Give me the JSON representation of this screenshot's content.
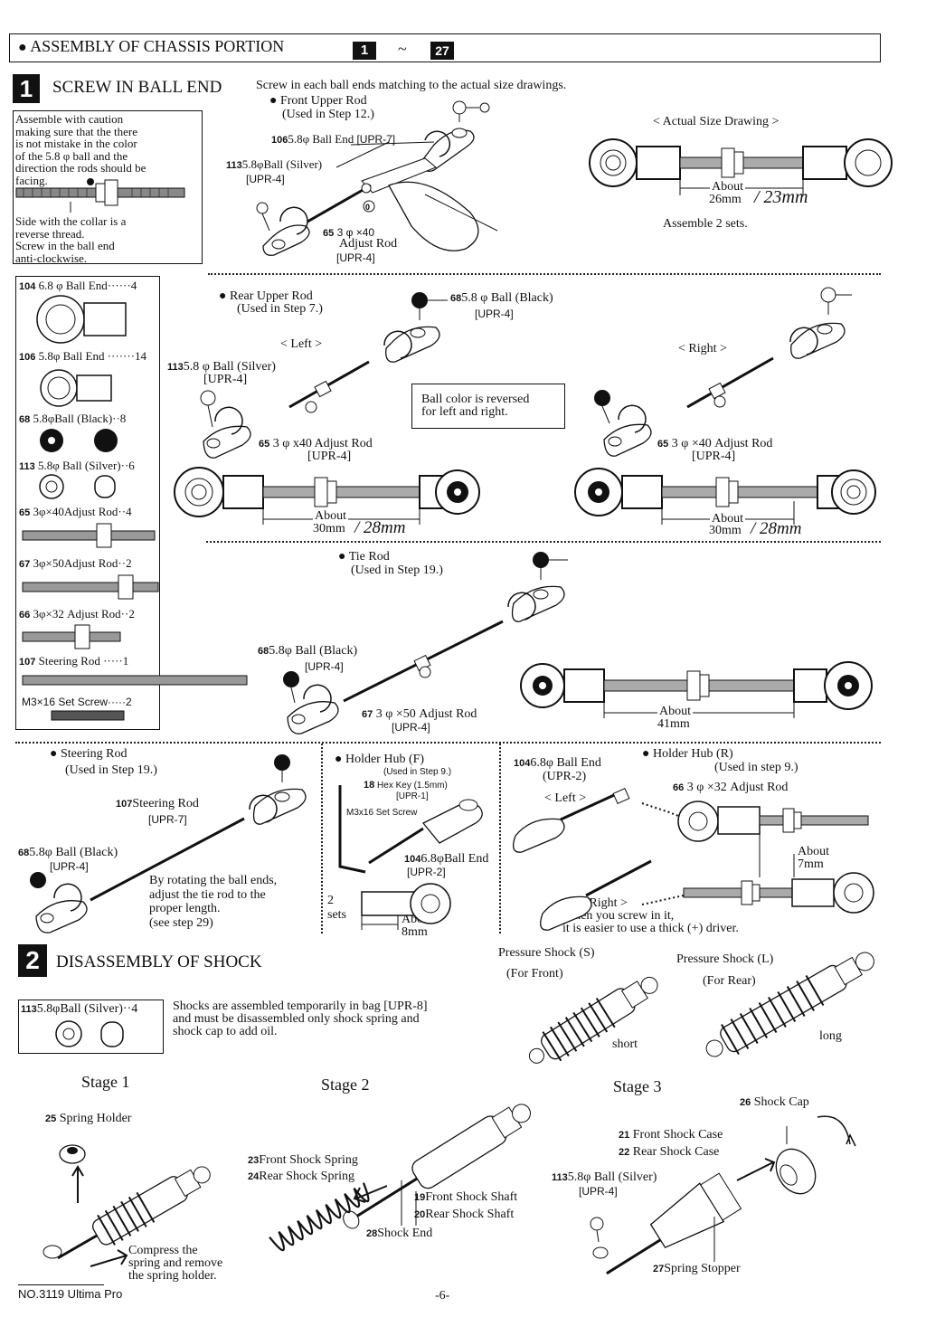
{
  "header": {
    "title": "ASSEMBLY OF CHASSIS PORTION",
    "from_step": "1",
    "to_step": "27"
  },
  "section1": {
    "number": "1",
    "title": "SCREW IN BALL END",
    "intro": "Screw in each ball ends matching to the actual size drawings.",
    "caution": [
      "Assemble with caution",
      "making sure that the there",
      "is not mistake in the color",
      "of the 5.8 φ ball and the",
      "direction the rods should be",
      "facing."
    ],
    "collar_note": [
      "Side with the collar is a",
      "reverse thread.",
      "Screw in the ball end",
      "anti-clockwise."
    ],
    "parts": [
      {
        "num": "104",
        "label": "6.8 φ Ball End······4"
      },
      {
        "num": "106",
        "label": "5.8φ Ball End ·······14"
      },
      {
        "num": "68",
        "label": "5.8φBall  (Black)··8"
      },
      {
        "num": "113",
        "label": "5.8φ Ball  (Silver)··6"
      },
      {
        "num": "65",
        "label": "3φ×40Adjust Rod··4"
      },
      {
        "num": "67",
        "label": "3φ×50Adjust Rod··2"
      },
      {
        "num": "66",
        "label": "3φ×32 Adjust Rod··2"
      },
      {
        "num": "107",
        "label": "Steering Rod ·····1"
      },
      {
        "num": "",
        "label": "M3×16 Set Screw·····2"
      }
    ],
    "front_upper": {
      "title": "Front Upper Rod",
      "used": "(Used in Step 12.)",
      "ball_end": "5.8φ Ball End",
      "ball_end_bag": "[UPR-7]",
      "ball_silver": "5.8φBall (Silver)",
      "ball_silver_bag": "[UPR-4]",
      "rod": "3 φ ×40",
      "rod2": "Adjust Rod",
      "rod_bag": "[UPR-4]",
      "actual": "< Actual Size Drawing >",
      "about": "About",
      "dim": "26mm",
      "hand": "/ 23mm",
      "sets": "Assemble 2 sets."
    },
    "rear_upper": {
      "title": "Rear Upper Rod",
      "used": "(Used in Step 7.)",
      "ball_black": "5.8 φ Ball  (Black)",
      "ball_black_bag": "[UPR-4]",
      "left": "< Left >",
      "right": "< Right >",
      "ball_silver": "5.8 φ Ball  (Silver)",
      "ball_silver_bag": "[UPR-4]",
      "rod": "3 φ x40 Adjust Rod",
      "rod_bag": "[UPR-4]",
      "rod_r": "3 φ ×40 Adjust Rod",
      "rod_bag_r": "[UPR-4]",
      "note": [
        "Ball color is reversed",
        "for left and right."
      ],
      "about": "About",
      "dim": "30mm",
      "hand": "/ 28mm"
    },
    "tie_rod": {
      "title": "Tie Rod",
      "used": "(Used in Step 19.)",
      "ball": "5.8φ Ball  (Black)",
      "ball_bag": "[UPR-4]",
      "rod": "3 φ ×50 Adjust Rod",
      "rod_bag": "[UPR-4]",
      "about": "About",
      "dim": "41mm"
    },
    "steering": {
      "title": "Steering Rod",
      "used": "(Used in Step 19.)",
      "rod": "Steering Rod",
      "rod_bag": "[UPR-7]",
      "ball": "5.8φ Ball  (Black)",
      "ball_bag": "[UPR-4]",
      "note": [
        "By rotating the ball ends,",
        "adjust the tie rod to the",
        "proper length.",
        "(see step 29)"
      ]
    },
    "holder_f": {
      "title": "Holder Hub  (F)",
      "used": "(Used in Step 9.)",
      "hexkey": "Hex Key (1.5mm)",
      "hexkey_bag": "[UPR-1]",
      "screw": "M3x16  Set  Screw",
      "ballend": "6.8φBall  End",
      "ballend_bag": "[UPR-2]",
      "sets": "2",
      "sets2": "sets",
      "about": "About",
      "dim": "8mm"
    },
    "holder_r": {
      "title": "Holder Hub  (R)",
      "used": "(Used in step 9.)",
      "ballend": "6.8φ Ball End",
      "ballend_bag": "(UPR-2)",
      "rod": "3 φ ×32 Adjust Rod",
      "left": "< Left >",
      "right": "< Right >",
      "about": "About",
      "dim": "7mm",
      "note": [
        "When you screw in it,",
        "it is easier to use a thick (+) driver."
      ]
    }
  },
  "section2": {
    "number": "2",
    "title": "DISASSEMBLY OF SHOCK",
    "part": "5.8φBall  (Silver)··4",
    "note": [
      "Shocks are assembled temporarily in bag [UPR-8]",
      "and must be disassembled only shock spring and",
      "shock cap to add oil."
    ],
    "shock_s": "Pressure Shock  (S)",
    "shock_s_sub": "(For Front)",
    "short": "short",
    "shock_l": "Pressure Shock  (L)",
    "shock_l_sub": "(For Rear)",
    "long": "long",
    "stage1": "Stage  1",
    "stage2": "Stage  2",
    "stage3": "Stage  3",
    "spring_holder": "Spring Holder",
    "compress": [
      "Compress the",
      "spring and remove",
      "the spring holder."
    ],
    "front_spring": "Front Shock Spring",
    "rear_spring": "Rear Shock Spring",
    "front_shaft": "Front Shock Shaft",
    "rear_shaft": "Rear Shock Shaft",
    "shock_end": "Shock End",
    "shock_cap": "Shock Cap",
    "front_case": "Front Shock Case",
    "rear_case": "Rear Shock Case",
    "ball_silver": "5.8φ Ball  (Silver)",
    "ball_bag": "[UPR-4]",
    "spring_stopper": "Spring Stopper"
  },
  "footer": {
    "model": "NO.3119 Ultima Pro",
    "page": "-6-"
  }
}
